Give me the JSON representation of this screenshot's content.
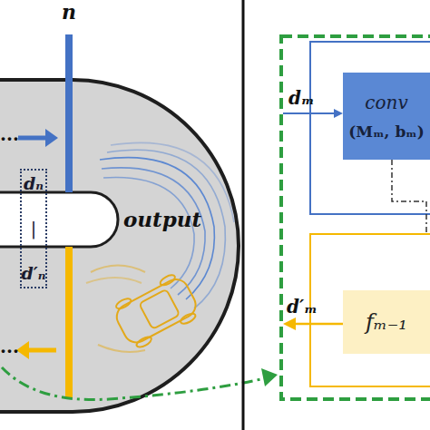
{
  "diagram": {
    "nodes": [
      {
        "text": [
          "dₙ",
          "|",
          "d′ₙ"
        ]
      },
      {
        "text": [
          "conv",
          "(Mₘ, bₘ)"
        ]
      },
      {
        "text": [
          "fₘ₋₁"
        ]
      }
    ],
    "labels": [
      "n",
      "...",
      "...",
      "output",
      "dₘ",
      "d′ₘ"
    ]
  }
}
